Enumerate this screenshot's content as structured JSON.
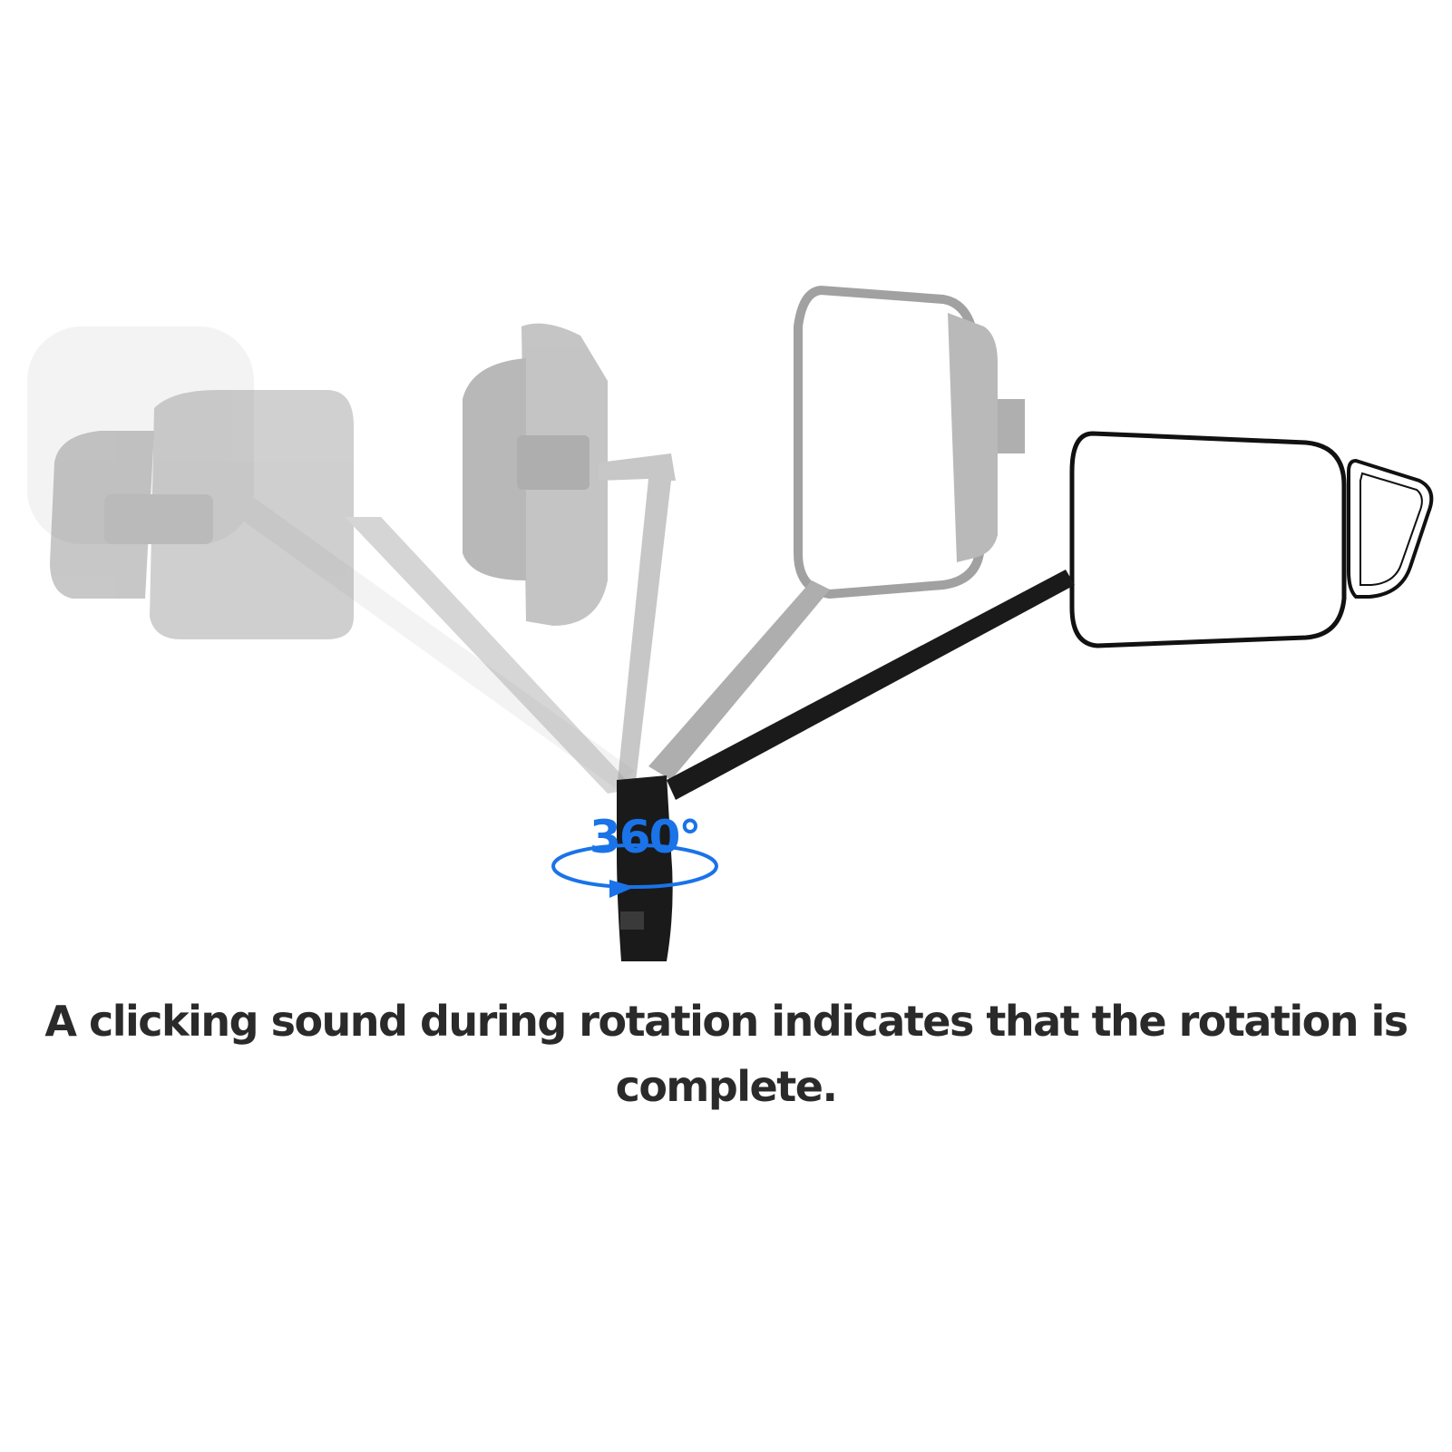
{
  "rotation_badge": {
    "label": "360°",
    "color": "#1a73e8"
  },
  "caption": {
    "line1": "A clicking sound during rotation indicates that the rotation is",
    "line2": "complete."
  },
  "colors": {
    "mirror_final": "#111111",
    "mirror_ghost": "#9a9a9a",
    "background": "#ffffff"
  }
}
